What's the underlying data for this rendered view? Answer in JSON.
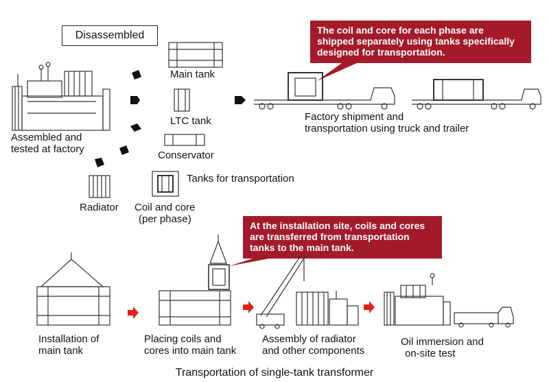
{
  "disassembled_label": "Disassembled",
  "callout_top": [
    "The coil and core for each phase are",
    "shipped separately using tanks specifically",
    "designed for transportation."
  ],
  "callout_mid": [
    "At the installation site, coils and cores",
    "are transferred from transportation",
    "tanks to the main tank."
  ],
  "assembled_label": [
    "Assembled and",
    "tested at factory"
  ],
  "parts": {
    "main_tank": "Main tank",
    "ltc_tank": "LTC tank",
    "conservator": "Conservator",
    "radiator": "Radiator",
    "coil_core": [
      "Coil and core",
      "(per phase)"
    ],
    "tanks_for_transport": "Tanks for transportation"
  },
  "factory_shipment": [
    "Factory shipment and",
    "transportation using truck and trailer"
  ],
  "steps": [
    [
      "Installation of",
      "main tank"
    ],
    [
      "Placing coils and",
      "cores into main tank"
    ],
    [
      "Assembly of radiator",
      "and other components"
    ],
    [
      "Oil immersion and",
      "on-site test"
    ]
  ],
  "caption": "Transportation of single-tank transformer",
  "colors": {
    "callout": "#a31b2b",
    "step_arrow": "#e0211b",
    "black_arrow": "#111111",
    "drawing": "#333333"
  }
}
